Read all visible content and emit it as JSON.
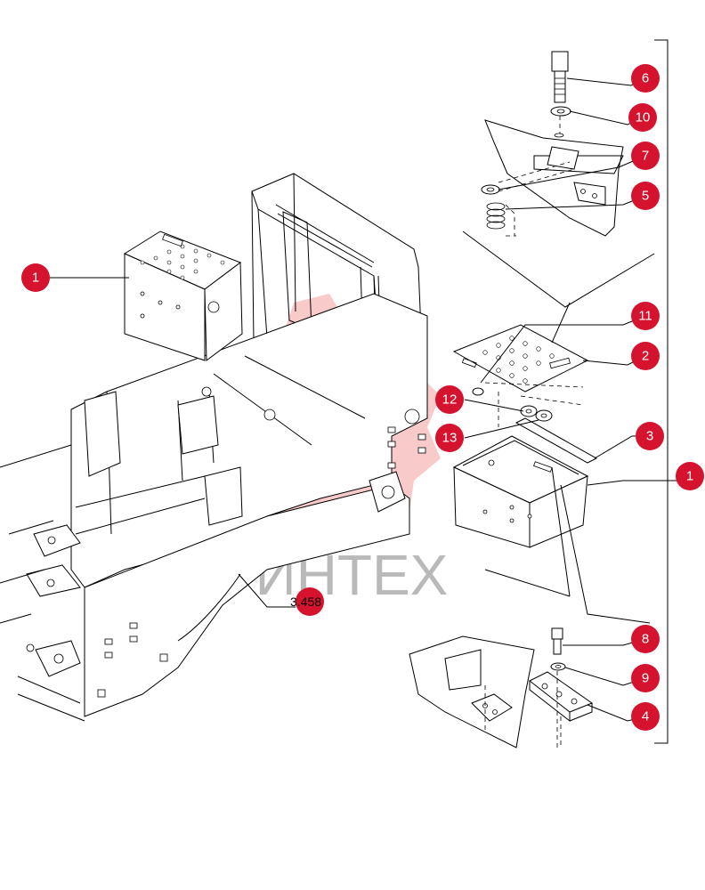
{
  "watermark": {
    "text": "ИНТЕХ",
    "color": "#d6132e"
  },
  "reference": {
    "text": "3.458"
  },
  "callouts": [
    {
      "id": "callout-1-left",
      "label": "1"
    },
    {
      "id": "callout-6",
      "label": "6"
    },
    {
      "id": "callout-10",
      "label": "10"
    },
    {
      "id": "callout-7",
      "label": "7"
    },
    {
      "id": "callout-5",
      "label": "5"
    },
    {
      "id": "callout-11",
      "label": "11"
    },
    {
      "id": "callout-2",
      "label": "2"
    },
    {
      "id": "callout-12",
      "label": "12"
    },
    {
      "id": "callout-13",
      "label": "13"
    },
    {
      "id": "callout-3",
      "label": "3"
    },
    {
      "id": "callout-1-right",
      "label": "1"
    },
    {
      "id": "callout-8",
      "label": "8"
    },
    {
      "id": "callout-9",
      "label": "9"
    },
    {
      "id": "callout-4",
      "label": "4"
    }
  ]
}
